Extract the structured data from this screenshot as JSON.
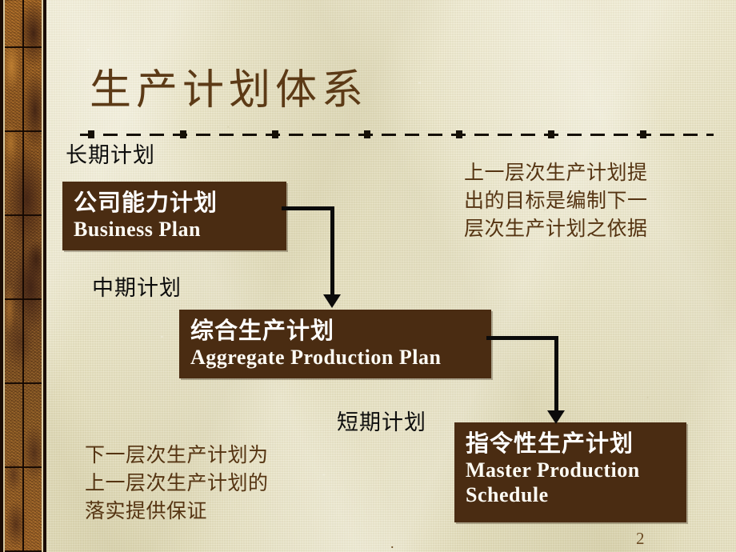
{
  "slide": {
    "title": "生产计划体系",
    "page_number": "2",
    "footer_dot": ".",
    "colors": {
      "background": "#e9e4c6",
      "box_fill": "#4a2c12",
      "box_text": "#ffffff",
      "title_text": "#5c3a16",
      "note_text": "#553412",
      "phase_text": "#0d0d0d",
      "connector": "#0b0b0b",
      "band_brown": "#8d5a22",
      "band_border": "#1a0c04"
    }
  },
  "divider": {
    "style": "dash-dot-with-square-markers"
  },
  "phases": [
    {
      "id": "long",
      "label": "长期计划"
    },
    {
      "id": "mid",
      "label": "中期计划"
    },
    {
      "id": "short",
      "label": "短期计划"
    }
  ],
  "boxes": [
    {
      "id": "business-plan",
      "cn": "公司能力计划",
      "en": "Business Plan"
    },
    {
      "id": "aggregate-production-plan",
      "cn": "综合生产计划",
      "en": "Aggregate Production Plan"
    },
    {
      "id": "master-production-schedule",
      "cn": "指令性生产计划",
      "en": "Master Production\nSchedule"
    }
  ],
  "notes": [
    {
      "id": "top-right-note",
      "text": "上一层次生产计划提\n出的目标是编制下一\n层次生产计划之依据"
    },
    {
      "id": "bottom-left-note",
      "text": "下一层次生产计划为\n上一层次生产计划的\n落实提供保证"
    }
  ],
  "connectors": [
    {
      "id": "business-to-aggregate",
      "from": "business-plan",
      "to": "aggregate-production-plan",
      "shape": "elbow-right-down"
    },
    {
      "id": "aggregate-to-master",
      "from": "aggregate-production-plan",
      "to": "master-production-schedule",
      "shape": "elbow-right-down"
    }
  ]
}
